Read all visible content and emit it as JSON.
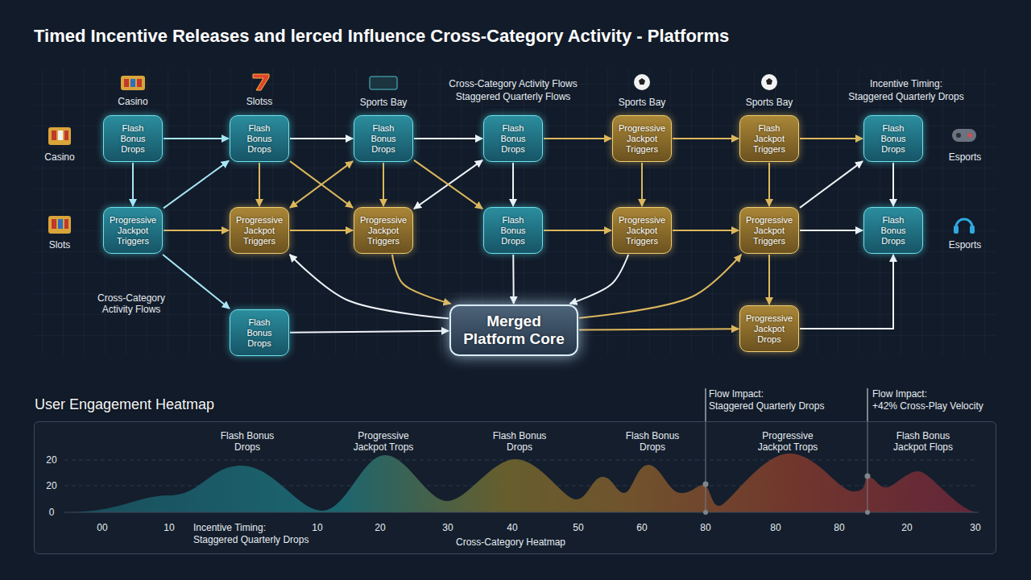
{
  "diagram": {
    "title": "Timed Incentive Releases and lerced Influence Cross-Category Activity - Platforms",
    "nodes": [
      {
        "text": [
          "Flash Bonus Drops"
        ]
      },
      {
        "text": [
          "Flash Bonus Drops"
        ]
      },
      {
        "text": [
          "Flash Bonus Drops"
        ]
      },
      {
        "text": [
          "Flash Bonus Drops"
        ]
      },
      {
        "text": [
          "Progressive Jackpot Triggers"
        ]
      },
      {
        "text": [
          "Flash Jackpot Triggers"
        ]
      },
      {
        "text": [
          "Flash Bonus Drops"
        ]
      },
      {
        "text": [
          "Progressive Jackpot Triggers"
        ]
      },
      {
        "text": [
          "Progressive Jackpot Triggers"
        ]
      },
      {
        "text": [
          "Progressive Jackpot Triggers"
        ]
      },
      {
        "text": [
          "Flash Bonus Drops"
        ]
      },
      {
        "text": [
          "Progressive Jackpot Triggers"
        ]
      },
      {
        "text": [
          "Progressive Jackpot Triggers"
        ]
      },
      {
        "text": [
          "Flash Bonus Drops"
        ]
      },
      {
        "text": [
          "Flash Bonus Drops"
        ]
      },
      {
        "text": [
          "Merged Platform Core"
        ]
      },
      {
        "text": [
          "Progressive Jackpot Drops"
        ]
      },
      {
        "text": [
          "User Engagement Heatmap"
        ]
      }
    ],
    "edges": [
      {
        "from": 0,
        "to": 1,
        "arrow": "to"
      },
      {
        "from": 0,
        "to": 7,
        "arrow": "to"
      },
      {
        "from": 7,
        "to": 1,
        "arrow": "to"
      },
      {
        "from": 7,
        "to": 8,
        "arrow": "to"
      },
      {
        "from": 7,
        "to": 14,
        "arrow": "to"
      },
      {
        "from": 1,
        "to": 2,
        "arrow": "to"
      },
      {
        "from": 1,
        "to": 8,
        "arrow": "to"
      },
      {
        "from": 8,
        "to": 2,
        "arrow": "both"
      },
      {
        "from": 1,
        "to": 9,
        "arrow": "to"
      },
      {
        "from": 2,
        "to": 9,
        "arrow": "to"
      },
      {
        "from": 8,
        "to": 9,
        "arrow": "to"
      },
      {
        "from": 2,
        "to": 3,
        "arrow": "to"
      },
      {
        "from": 9,
        "to": 3,
        "arrow": "both"
      },
      {
        "from": 2,
        "to": 10,
        "arrow": "to"
      },
      {
        "from": 3,
        "to": 10,
        "arrow": "to"
      },
      {
        "from": 3,
        "to": 4,
        "arrow": "to"
      },
      {
        "from": 10,
        "to": 15,
        "arrow": "to"
      },
      {
        "from": 10,
        "to": 11,
        "arrow": "to"
      },
      {
        "from": 4,
        "to": 11,
        "arrow": "to"
      },
      {
        "from": 4,
        "to": 5,
        "arrow": "to"
      },
      {
        "from": 5,
        "to": 12,
        "arrow": "to"
      },
      {
        "from": 5,
        "to": 6,
        "arrow": "to"
      },
      {
        "from": 11,
        "to": 12,
        "arrow": "to"
      },
      {
        "from": 12,
        "to": 6,
        "arrow": "to"
      },
      {
        "from": 12,
        "to": 13,
        "arrow": "to"
      },
      {
        "from": 6,
        "to": 13,
        "arrow": "to"
      },
      {
        "from": 12,
        "to": 16,
        "arrow": "to"
      },
      {
        "from": 15,
        "to": 8,
        "arrow": "to"
      },
      {
        "from": 9,
        "to": 15,
        "arrow": "to"
      },
      {
        "from": 14,
        "to": 15,
        "arrow": "to"
      },
      {
        "from": 15,
        "to": 16,
        "arrow": "to"
      },
      {
        "from": 11,
        "to": 15,
        "arrow": "to"
      },
      {
        "from": 15,
        "to": 12,
        "arrow": "to"
      },
      {
        "from": 16,
        "to": 13,
        "arrow": "to"
      }
    ],
    "labels": [
      "Casino",
      "Slotss",
      "Sports Bay",
      "Cross-Category Activity Flows",
      "Staggered Quarterly Flows",
      "Sports Bay",
      "Sports Bay",
      "Incentive Timing:",
      "Staggered Quarterly Drops",
      "Casino",
      "Slots",
      "Esports",
      "Esports",
      "Cross-Category Activity Flows",
      "Flash Bonus Drops",
      "Progressive Jackpot Trops",
      "Flash Bonus Drops",
      "Flash Bonus Drops",
      "Progressive Jackpot Trops",
      "Flash Bonus Jackpot Flops",
      "Flow Impact:",
      "Staggered Quarterly Drops",
      "Flow Impact:",
      "+42% Cross-Play Velocity",
      "20",
      "20",
      "0",
      "00",
      "10",
      "10",
      "20",
      "30",
      "40",
      "50",
      "60",
      "80",
      "80",
      "80",
      "20",
      "30",
      "Incentive Timing:",
      "Staggered Quarterly Drops",
      "Cross-Category Heatmap"
    ]
  }
}
